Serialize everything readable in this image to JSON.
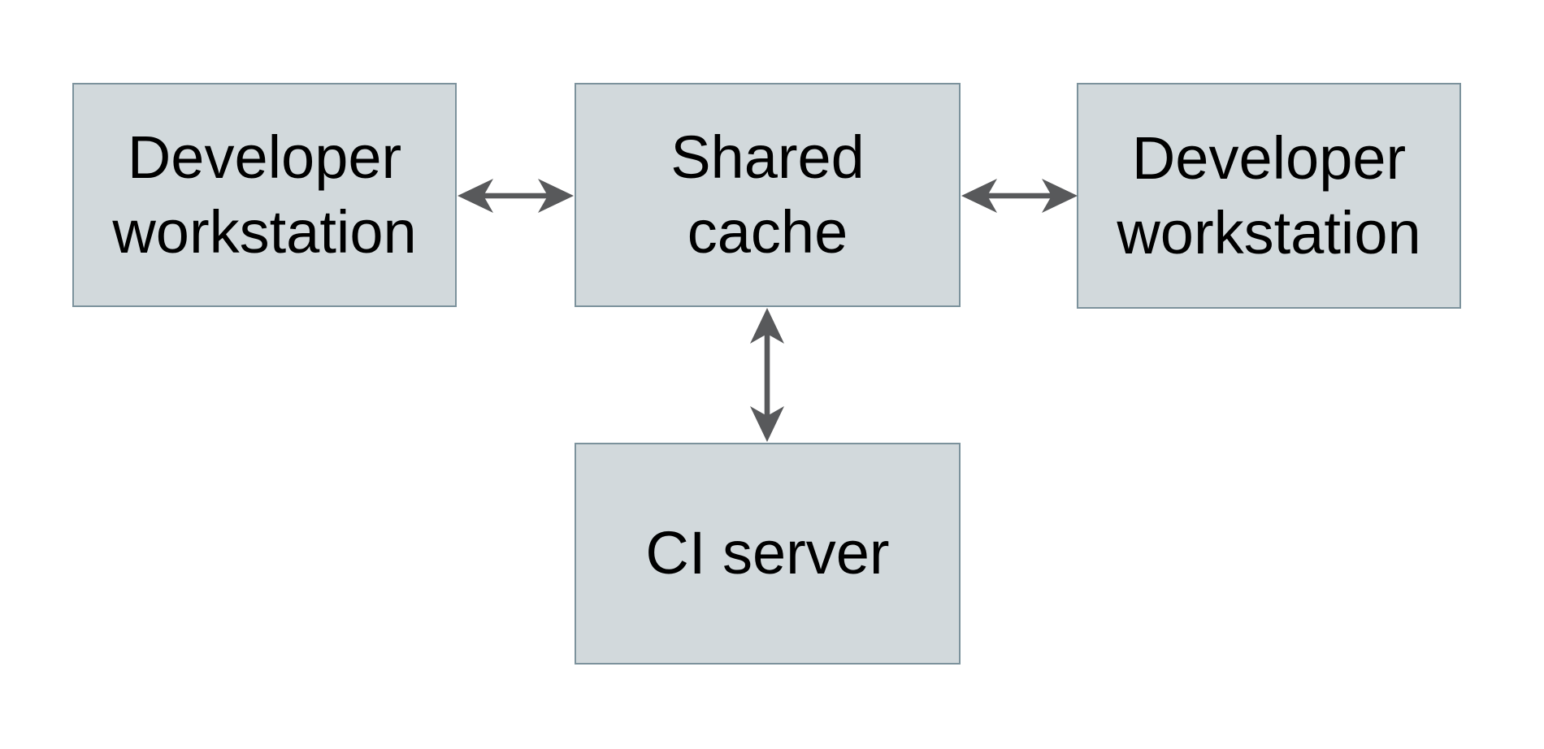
{
  "colors": {
    "background": "#ffffff",
    "node_fill": "#d2d9dc",
    "node_border": "#7c929c",
    "arrow": "#58595b",
    "text": "#000000"
  },
  "nodes": [
    {
      "id": "developer-workstation-left",
      "label": "Developer workstation"
    },
    {
      "id": "shared-cache",
      "label": "Shared cache"
    },
    {
      "id": "developer-workstation-right",
      "label": "Developer workstation"
    },
    {
      "id": "ci-server",
      "label": "CI server"
    }
  ],
  "edges": [
    {
      "from": "developer-workstation-left",
      "to": "shared-cache",
      "type": "bidirectional",
      "icon": "double-headed-arrow-horizontal"
    },
    {
      "from": "shared-cache",
      "to": "developer-workstation-right",
      "type": "bidirectional",
      "icon": "double-headed-arrow-horizontal"
    },
    {
      "from": "shared-cache",
      "to": "ci-server",
      "type": "bidirectional",
      "icon": "double-headed-arrow-vertical"
    }
  ]
}
